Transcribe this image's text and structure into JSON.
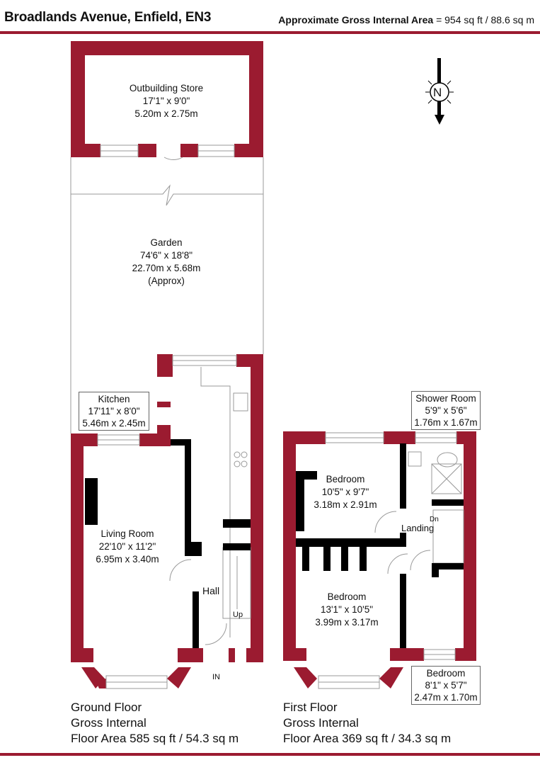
{
  "header": {
    "title": "Broadlands Avenue, Enfield, EN3",
    "area_label": "Approximate Gross Internal Area",
    "area_value": "= 954 sq ft / 88.6 sq m"
  },
  "colors": {
    "wall": "#9b1b30",
    "internal_wall": "#000000",
    "line": "#999999"
  },
  "compass": {
    "label": "N",
    "icon": "compass-north-icon"
  },
  "rooms": {
    "outbuilding": {
      "name": "Outbuilding Store",
      "imperial": "17'1\" x 9'0\"",
      "metric": "5.20m x 2.75m"
    },
    "garden": {
      "name": "Garden",
      "imperial": "74'6\" x 18'8\"",
      "metric": "22.70m x 5.68m",
      "note": "(Approx)"
    },
    "kitchen": {
      "name": "Kitchen",
      "imperial": "17'11\" x 8'0\"",
      "metric": "5.46m x 2.45m"
    },
    "living_room": {
      "name": "Living Room",
      "imperial": "22'10\" x 11'2\"",
      "metric": "6.95m x 3.40m"
    },
    "hall": {
      "name": "Hall"
    },
    "stairs_up": {
      "label": "Up"
    },
    "entrance": {
      "label": "IN"
    },
    "shower_room": {
      "name": "Shower Room",
      "imperial": "5'9\" x 5'6\"",
      "metric": "1.76m x 1.67m"
    },
    "bedroom1": {
      "name": "Bedroom",
      "imperial": "10'5\" x 9'7\"",
      "metric": "3.18m x 2.91m"
    },
    "landing": {
      "name": "Landing"
    },
    "stairs_down": {
      "label": "Dn"
    },
    "bedroom2": {
      "name": "Bedroom",
      "imperial": "13'1\" x 10'5\"",
      "metric": "3.99m x 3.17m"
    },
    "bedroom3": {
      "name": "Bedroom",
      "imperial": "8'1\" x 5'7\"",
      "metric": "2.47m x 1.70m"
    }
  },
  "floors": {
    "ground": {
      "line1": "Ground Floor",
      "line2": "Gross Internal",
      "line3": "Floor Area 585 sq ft / 54.3 sq m"
    },
    "first": {
      "line1": "First Floor",
      "line2": "Gross Internal",
      "line3": "Floor Area 369 sq ft / 34.3 sq m"
    }
  }
}
